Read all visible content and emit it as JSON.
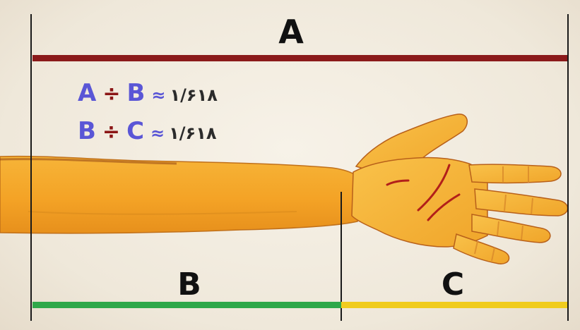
{
  "labels": {
    "a": "A",
    "b": "B",
    "c": "C"
  },
  "ratios": [
    {
      "num": "A",
      "op": "÷",
      "den": "B",
      "approx": "≈",
      "value": "١/۶١٨"
    },
    {
      "num": "B",
      "op": "÷",
      "den": "C",
      "approx": "≈",
      "value": "١/۶١٨"
    }
  ],
  "colors": {
    "segment_a": "#8b1a1a",
    "segment_b": "#2fa84a",
    "segment_c": "#f0cc1e",
    "ratio_letters": "#5a56d6",
    "ratio_operator": "#8b1616",
    "skin": "#f3a42a",
    "guide_lines": "#1a1a1a"
  },
  "illustration": {
    "subject": "outstretched arm and open hand"
  }
}
